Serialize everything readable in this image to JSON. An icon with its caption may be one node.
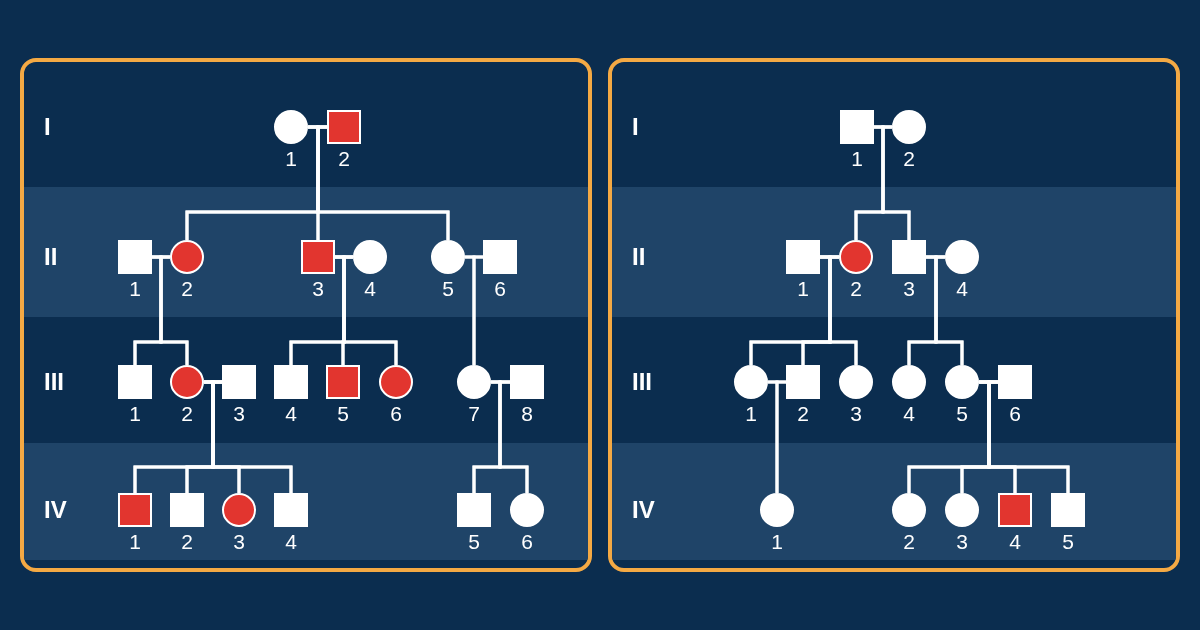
{
  "diagram": {
    "nodes": [
      {
        "text": [],
        "shape": "box"
      },
      {
        "text": [],
        "shape": "box"
      },
      {
        "text": [],
        "shape": "circle",
        "beside": [
          "1"
        ],
        "in": 0
      },
      {
        "text": [],
        "shape": "box",
        "beside": [
          "2"
        ],
        "in": 0
      },
      {
        "text": [],
        "shape": "box",
        "beside": [
          "1"
        ],
        "in": 0
      },
      {
        "text": [],
        "shape": "circle",
        "beside": [
          "2"
        ],
        "in": 0
      },
      {
        "text": [],
        "shape": "box",
        "beside": [
          "3"
        ],
        "in": 0
      },
      {
        "text": [],
        "shape": "circle",
        "beside": [
          "4"
        ],
        "in": 0
      },
      {
        "text": [],
        "shape": "circle",
        "beside": [
          "5"
        ],
        "in": 0
      },
      {
        "text": [],
        "shape": "box",
        "beside": [
          "6"
        ],
        "in": 0
      },
      {
        "text": [],
        "shape": "box",
        "beside": [
          "1"
        ],
        "in": 0
      },
      {
        "text": [],
        "shape": "circle",
        "beside": [
          "2"
        ],
        "in": 0
      },
      {
        "text": [],
        "shape": "box",
        "beside": [
          "3"
        ],
        "in": 0
      },
      {
        "text": [],
        "shape": "box",
        "beside": [
          "4"
        ],
        "in": 0
      },
      {
        "text": [],
        "shape": "box",
        "beside": [
          "5"
        ],
        "in": 0
      },
      {
        "text": [],
        "shape": "circle",
        "beside": [
          "6"
        ],
        "in": 0
      },
      {
        "text": [],
        "shape": "circle",
        "beside": [
          "7"
        ],
        "in": 0
      },
      {
        "text": [],
        "shape": "box",
        "beside": [
          "8"
        ],
        "in": 0
      },
      {
        "text": [],
        "shape": "box",
        "beside": [
          "1"
        ],
        "in": 0
      },
      {
        "text": [],
        "shape": "box",
        "beside": [
          "2"
        ],
        "in": 0
      },
      {
        "text": [],
        "shape": "circle",
        "beside": [
          "3"
        ],
        "in": 0
      },
      {
        "text": [],
        "shape": "box",
        "beside": [
          "4"
        ],
        "in": 0
      },
      {
        "text": [],
        "shape": "box",
        "beside": [
          "5"
        ],
        "in": 0
      },
      {
        "text": [],
        "shape": "circle",
        "beside": [
          "6"
        ],
        "in": 0
      },
      {
        "text": [],
        "shape": "box",
        "beside": [
          "1"
        ],
        "in": 1
      },
      {
        "text": [],
        "shape": "circle",
        "beside": [
          "2"
        ],
        "in": 1
      },
      {
        "text": [],
        "shape": "box",
        "beside": [
          "1"
        ],
        "in": 1
      },
      {
        "text": [],
        "shape": "circle",
        "beside": [
          "2"
        ],
        "in": 1
      },
      {
        "text": [],
        "shape": "box",
        "beside": [
          "3"
        ],
        "in": 1
      },
      {
        "text": [],
        "shape": "circle",
        "beside": [
          "4"
        ],
        "in": 1
      },
      {
        "text": [],
        "shape": "circle",
        "beside": [
          "1"
        ],
        "in": 1
      },
      {
        "text": [],
        "shape": "box",
        "beside": [
          "2"
        ],
        "in": 1
      },
      {
        "text": [],
        "shape": "circle",
        "beside": [
          "3"
        ],
        "in": 1
      },
      {
        "text": [],
        "shape": "circle",
        "beside": [
          "4"
        ],
        "in": 1
      },
      {
        "text": [],
        "shape": "circle",
        "beside": [
          "5"
        ],
        "in": 1
      },
      {
        "text": [],
        "shape": "box",
        "beside": [
          "6"
        ],
        "in": 1
      },
      {
        "text": [],
        "shape": "circle",
        "beside": [
          "1"
        ],
        "in": 1
      },
      {
        "text": [],
        "shape": "circle",
        "beside": [
          "2"
        ],
        "in": 1
      },
      {
        "text": [],
        "shape": "circle",
        "beside": [
          "3"
        ],
        "in": 1
      },
      {
        "text": [],
        "shape": "box",
        "beside": [
          "4"
        ],
        "in": 1
      },
      {
        "text": [],
        "shape": "box",
        "beside": [
          "5"
        ],
        "in": 1
      }
    ],
    "edges": [
      {
        "from": 2,
        "to": 3,
        "arrow": "none"
      },
      {
        "from": 4,
        "to": 5,
        "arrow": "none"
      },
      {
        "from": 6,
        "to": 7,
        "arrow": "none"
      },
      {
        "from": 8,
        "to": 9,
        "arrow": "none"
      },
      {
        "from": 11,
        "to": 12,
        "arrow": "none"
      },
      {
        "from": 16,
        "to": 17,
        "arrow": "none"
      },
      {
        "from": 2,
        "to": 5,
        "arrow": "none"
      },
      {
        "from": 2,
        "to": 6,
        "arrow": "none"
      },
      {
        "from": 2,
        "to": 8,
        "arrow": "none"
      },
      {
        "from": 3,
        "to": 5,
        "arrow": "none"
      },
      {
        "from": 3,
        "to": 6,
        "arrow": "none"
      },
      {
        "from": 3,
        "to": 8,
        "arrow": "none"
      },
      {
        "from": 4,
        "to": 10,
        "arrow": "none"
      },
      {
        "from": 4,
        "to": 11,
        "arrow": "none"
      },
      {
        "from": 5,
        "to": 10,
        "arrow": "none"
      },
      {
        "from": 5,
        "to": 11,
        "arrow": "none"
      },
      {
        "from": 6,
        "to": 13,
        "arrow": "none"
      },
      {
        "from": 6,
        "to": 14,
        "arrow": "none"
      },
      {
        "from": 6,
        "to": 15,
        "arrow": "none"
      },
      {
        "from": 7,
        "to": 13,
        "arrow": "none"
      },
      {
        "from": 7,
        "to": 14,
        "arrow": "none"
      },
      {
        "from": 7,
        "to": 15,
        "arrow": "none"
      },
      {
        "from": 8,
        "to": 16,
        "arrow": "none"
      },
      {
        "from": 9,
        "to": 16,
        "arrow": "none"
      },
      {
        "from": 11,
        "to": 18,
        "arrow": "none"
      },
      {
        "from": 11,
        "to": 19,
        "arrow": "none"
      },
      {
        "from": 11,
        "to": 20,
        "arrow": "none"
      },
      {
        "from": 11,
        "to": 21,
        "arrow": "none"
      },
      {
        "from": 12,
        "to": 18,
        "arrow": "none"
      },
      {
        "from": 12,
        "to": 19,
        "arrow": "none"
      },
      {
        "from": 12,
        "to": 20,
        "arrow": "none"
      },
      {
        "from": 12,
        "to": 21,
        "arrow": "none"
      },
      {
        "from": 16,
        "to": 22,
        "arrow": "none"
      },
      {
        "from": 16,
        "to": 23,
        "arrow": "none"
      },
      {
        "from": 17,
        "to": 22,
        "arrow": "none"
      },
      {
        "from": 17,
        "to": 23,
        "arrow": "none"
      },
      {
        "from": 24,
        "to": 25,
        "arrow": "none"
      },
      {
        "from": 26,
        "to": 27,
        "arrow": "none"
      },
      {
        "from": 28,
        "to": 29,
        "arrow": "none"
      },
      {
        "from": 30,
        "to": 31,
        "arrow": "none"
      },
      {
        "from": 34,
        "to": 35,
        "arrow": "none"
      },
      {
        "from": 24,
        "to": 27,
        "arrow": "none"
      },
      {
        "from": 24,
        "to": 28,
        "arrow": "none"
      },
      {
        "from": 25,
        "to": 27,
        "arrow": "none"
      },
      {
        "from": 25,
        "to": 28,
        "arrow": "none"
      },
      {
        "from": 26,
        "to": 30,
        "arrow": "none"
      },
      {
        "from": 26,
        "to": 31,
        "arrow": "none"
      },
      {
        "from": 26,
        "to": 32,
        "arrow": "none"
      },
      {
        "from": 27,
        "to": 30,
        "arrow": "none"
      },
      {
        "from": 27,
        "to": 31,
        "arrow": "none"
      },
      {
        "from": 27,
        "to": 32,
        "arrow": "none"
      },
      {
        "from": 28,
        "to": 33,
        "arrow": "none"
      },
      {
        "from": 28,
        "to": 34,
        "arrow": "none"
      },
      {
        "from": 29,
        "to": 33,
        "arrow": "none"
      },
      {
        "from": 29,
        "to": 34,
        "arrow": "none"
      },
      {
        "from": 30,
        "to": 36,
        "arrow": "none"
      },
      {
        "from": 31,
        "to": 36,
        "arrow": "none"
      },
      {
        "from": 34,
        "to": 37,
        "arrow": "none"
      },
      {
        "from": 34,
        "to": 38,
        "arrow": "none"
      },
      {
        "from": 34,
        "to": 39,
        "arrow": "none"
      },
      {
        "from": 34,
        "to": 40,
        "arrow": "none"
      },
      {
        "from": 35,
        "to": 37,
        "arrow": "none"
      },
      {
        "from": 35,
        "to": 38,
        "arrow": "none"
      },
      {
        "from": 35,
        "to": 39,
        "arrow": "none"
      },
      {
        "from": 35,
        "to": 40,
        "arrow": "none"
      }
    ],
    "labels": [
      "I",
      "II",
      "III",
      "IV",
      "I",
      "II",
      "III",
      "IV"
    ]
  }
}
